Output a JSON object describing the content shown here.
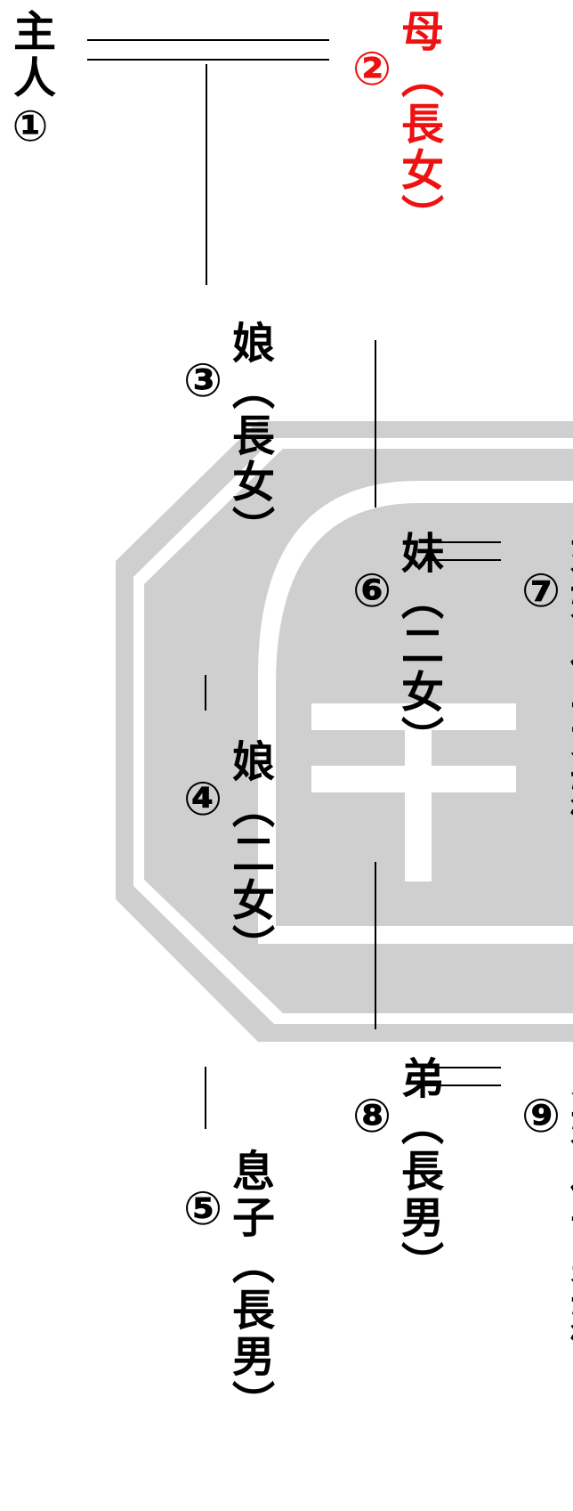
{
  "title": "",
  "colors": {
    "text": "#000000",
    "highlight": "#ee1111",
    "watermark": "#cbcbcb",
    "line": "#000000"
  },
  "members": {
    "head": {
      "label": "主人",
      "number": "①"
    },
    "mother": {
      "label": "母（長女）",
      "number": "②"
    },
    "daughter1": {
      "label": "娘（長女）",
      "number": "③"
    },
    "daughter2": {
      "label": "娘（二女）",
      "number": "④"
    },
    "son": {
      "label": "息子（長男）",
      "number": "⑤"
    },
    "sister": {
      "label": "妹（二女）",
      "number": "⑥"
    },
    "brotherinlaw": {
      "label": "妹婿（二女婿）",
      "number": "⑦"
    },
    "brother": {
      "label": "弟（長男）",
      "number": "⑧"
    },
    "sisterinlaw": {
      "label": "弟嫁（長男嫁）",
      "number": "⑨"
    }
  },
  "watermark_icon": "octagon-stamp-icon"
}
